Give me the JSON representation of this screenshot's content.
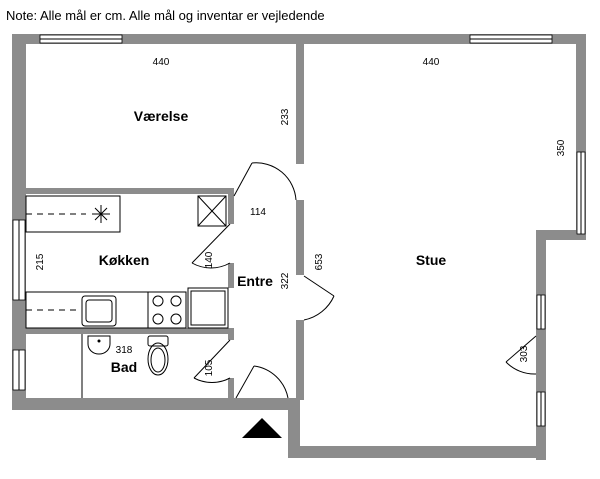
{
  "note": "Note: Alle mål er cm. Alle mål og inventar er vejledende",
  "rooms": {
    "vaerelse": "Værelse",
    "kokken": "Køkken",
    "entre": "Entre",
    "bad": "Bad",
    "stue": "Stue"
  },
  "dimensions": {
    "vaerelse_width": "440",
    "vaerelse_depth": "233",
    "stue_width": "440",
    "stue_depth": "350",
    "kokken_depth": "215",
    "entre_114": "114",
    "entre_140": "140",
    "entre_322": "322",
    "stue_653": "653",
    "bad_318": "318",
    "bad_105": "105",
    "stue_303": "303"
  }
}
